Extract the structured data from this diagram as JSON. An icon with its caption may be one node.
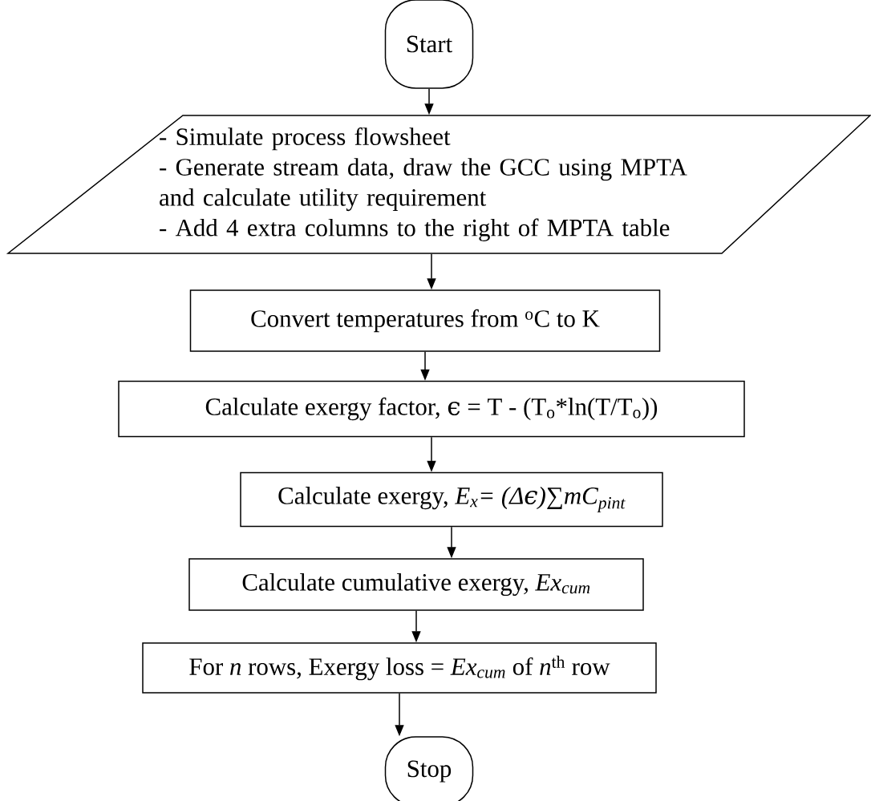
{
  "diagram": {
    "nodes": [
      {
        "text": [
          "Start"
        ]
      },
      {
        "text": [
          "- Simulate process flowsheet",
          "- Generate stream data, draw the GCC using MPTA and calculate utility requirement",
          "- Add 4 extra columns to the right of MPTA table"
        ]
      },
      {
        "text": [
          "Convert temperatures from $^{o}$C to K"
        ]
      },
      {
        "text": [
          "Calculate exergy factor, ϵ = T - (T$_{o}$*ln(T/T$_{o}$))"
        ]
      },
      {
        "text": [
          "Calculate exergy, *E$_{x}$= (Δϵ)*∑*mC$_{pint}$*"
        ]
      },
      {
        "text": [
          "Calculate cumulative exergy, *Ex$_{cum}$*"
        ]
      },
      {
        "text": [
          "For *n* rows, Exergy loss = *Ex$_{cum}$* of *n*$^{th}$ row"
        ]
      },
      {
        "text": [
          "Stop"
        ]
      }
    ],
    "edges": [
      {
        "from": 0,
        "to": 1,
        "arrow": "to"
      },
      {
        "from": 1,
        "to": 2,
        "arrow": "to"
      },
      {
        "from": 2,
        "to": 3,
        "arrow": "to"
      },
      {
        "from": 3,
        "to": 4,
        "arrow": "to"
      },
      {
        "from": 4,
        "to": 5,
        "arrow": "to"
      },
      {
        "from": 5,
        "to": 6,
        "arrow": "to"
      },
      {
        "from": 6,
        "to": 7,
        "arrow": "to"
      }
    ]
  }
}
